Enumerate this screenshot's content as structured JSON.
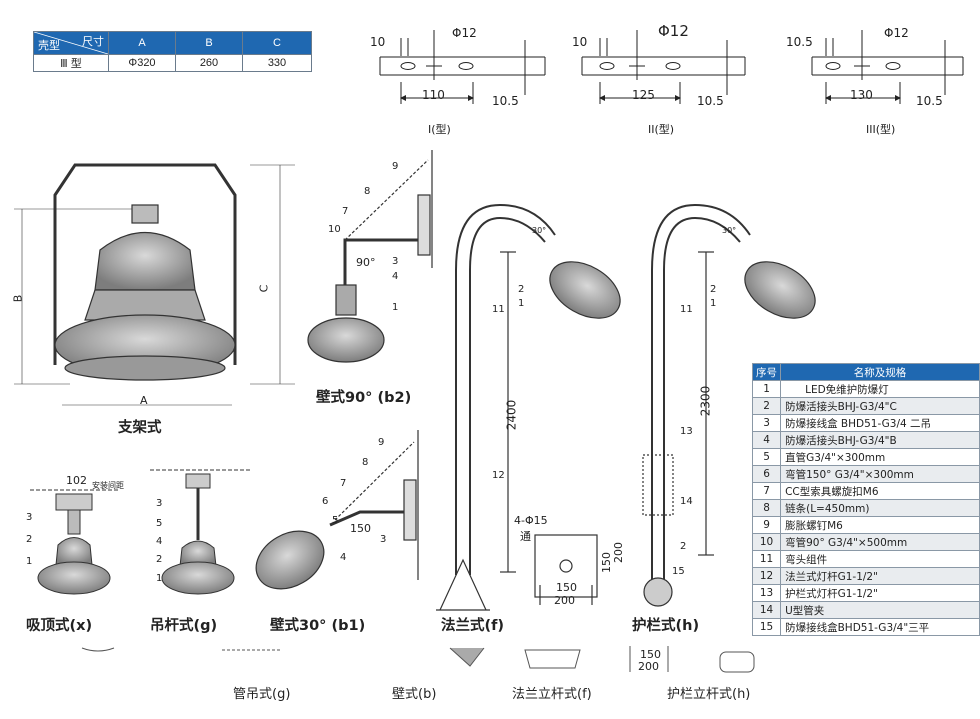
{
  "dim_table": {
    "corner_top": "尺寸",
    "corner_bottom": "壳型",
    "headers": [
      "A",
      "B",
      "C"
    ],
    "row": {
      "type": "Ⅲ 型",
      "A": "Φ320",
      "B": "260",
      "C": "330"
    }
  },
  "mount_details": [
    {
      "left_dim": "10",
      "hole": "Φ12",
      "spacing": "110",
      "height": "10.5",
      "label": "I(型)"
    },
    {
      "left_dim": "10",
      "hole": "Φ12",
      "spacing": "125",
      "height": "10.5",
      "label": "II(型)"
    },
    {
      "left_dim": "10.5",
      "hole": "Φ12",
      "spacing": "130",
      "height": "10.5",
      "label": "III(型)"
    }
  ],
  "bracket": {
    "label": "支架式",
    "dim_a": "A",
    "dim_b": "B",
    "dim_c": "C"
  },
  "wall90": {
    "label": "壁式90°  (b2)",
    "angle": "90°",
    "callouts": [
      "9",
      "8",
      "7",
      "10",
      "3",
      "4",
      "1"
    ]
  },
  "wall30": {
    "label": "壁式30°  (b1)",
    "dim": "150",
    "callouts": [
      "9",
      "8",
      "7",
      "6",
      "5",
      "3",
      "4"
    ]
  },
  "ceiling": {
    "label": "吸顶式(x)",
    "dim": "102",
    "note": "安装间距",
    "callouts": [
      "3",
      "2",
      "1"
    ]
  },
  "pendant": {
    "label": "吊杆式(g)",
    "callouts": [
      "3",
      "5",
      "4",
      "2",
      "1"
    ]
  },
  "flange": {
    "label": "法兰式(f)",
    "height": "2400",
    "angle": "30°",
    "callouts": [
      "2",
      "1",
      "11",
      "12"
    ],
    "holes": "4-Φ15",
    "holes_note": "通",
    "base_w1": "150",
    "base_w2": "200",
    "base_h1": "150",
    "base_h2": "200"
  },
  "rail": {
    "label": "护栏式(h)",
    "height": "2300",
    "angle": "30°",
    "callouts": [
      "2",
      "1",
      "11",
      "13",
      "14",
      "2",
      "15"
    ]
  },
  "parts_table": {
    "header_no": "序号",
    "header_name": "名称及规格",
    "rows": [
      {
        "no": "1",
        "name": "LED免维护防爆灯"
      },
      {
        "no": "2",
        "name": "防爆活接头BHJ-G3/4\"C"
      },
      {
        "no": "3",
        "name": "防爆接线盒 BHD51-G3/4 二吊"
      },
      {
        "no": "4",
        "name": "防爆活接头BHJ-G3/4\"B"
      },
      {
        "no": "5",
        "name": "直管G3/4\"×300mm"
      },
      {
        "no": "6",
        "name": "弯管150°  G3/4\"×300mm"
      },
      {
        "no": "7",
        "name": "CC型索具螺旋扣M6"
      },
      {
        "no": "8",
        "name": "链条(L=450mm)"
      },
      {
        "no": "9",
        "name": "膨胀螺钉M6"
      },
      {
        "no": "10",
        "name": "弯管90°  G3/4\"×500mm"
      },
      {
        "no": "11",
        "name": "弯头组件"
      },
      {
        "no": "12",
        "name": "法兰式灯杆G1-1/2\""
      },
      {
        "no": "13",
        "name": "护栏式灯杆G1-1/2\""
      },
      {
        "no": "14",
        "name": "U型管夹"
      },
      {
        "no": "15",
        "name": "防爆接线盒BHD51-G3/4\"三平"
      }
    ]
  },
  "bottom_captions": {
    "g": "管吊式(g)",
    "b": "壁式(b)",
    "f": "法兰立杆式(f)",
    "h": "护栏立杆式(h)",
    "dim1": "150",
    "dim2": "200"
  },
  "colors": {
    "accent": "#1f68b1",
    "line": "#333333",
    "row_alt": "#e9ecef"
  }
}
